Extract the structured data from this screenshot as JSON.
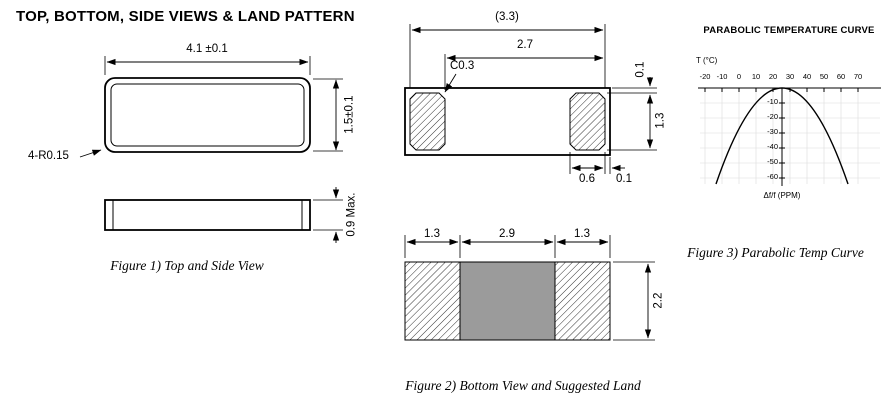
{
  "page_title": "TOP, BOTTOM, SIDE VIEWS & LAND PATTERN",
  "figure1": {
    "length": "4.1 ±0.1",
    "width": "1.5±0.1",
    "corner": "4-R0.15",
    "thickness": "0.9 Max.",
    "caption": "Figure 1) Top and Side View"
  },
  "figure2": {
    "overall_width": "(3.3)",
    "inner_width": "2.7",
    "chamfer": "C0.3",
    "top_offset": "0.1",
    "pad_height": "1.3",
    "pad_width": "0.6",
    "side_offset": "0.1",
    "land_left": "1.3",
    "land_center": "2.9",
    "land_right": "1.3",
    "land_height": "2.2",
    "caption": "Figure 2) Bottom View and Suggested Land"
  },
  "figure3": {
    "title": "PARABOLIC TEMPERATURE CURVE",
    "temp_axis_label": "T (°C)",
    "x_ticks": [
      "-20",
      "-10",
      "0",
      "10",
      "20",
      "30",
      "40",
      "50",
      "60",
      "70"
    ],
    "y_ticks": [
      "-10",
      "-20",
      "-30",
      "-40",
      "-50",
      "-60"
    ],
    "value_axis_label": "Δf/f (PPM)",
    "caption": "Figure 3) Parabolic Temp Curve"
  },
  "chart_data": {
    "type": "line",
    "title": "PARABOLIC TEMPERATURE CURVE",
    "xlabel": "T (°C)",
    "ylabel": "Δf/f (PPM)",
    "x_range": [
      -20,
      70
    ],
    "y_range": [
      -60,
      0
    ],
    "x_ticks": [
      -20,
      -10,
      0,
      10,
      20,
      30,
      40,
      50,
      60,
      70
    ],
    "y_ticks": [
      -10,
      -20,
      -30,
      -40,
      -50,
      -60
    ],
    "series": [
      {
        "name": "Δf/f",
        "turnover_temp_c": 25,
        "x": [
          -15,
          -10,
          0,
          10,
          20,
          25,
          30,
          40,
          50,
          60,
          65
        ],
        "y": [
          -64,
          -49,
          -25,
          -9,
          -1,
          0,
          -1,
          -9,
          -25,
          -49,
          -64
        ]
      }
    ],
    "grid": true,
    "legend": false
  }
}
